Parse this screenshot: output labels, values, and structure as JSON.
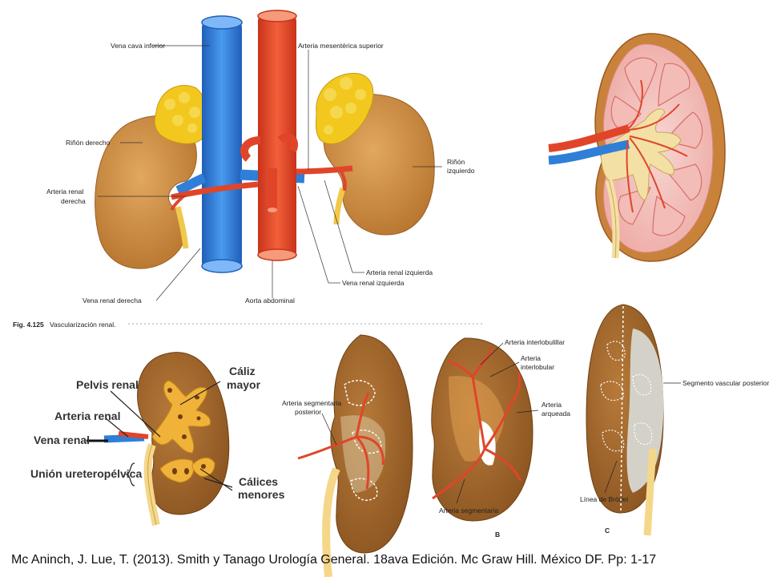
{
  "fig_top": {
    "labels": {
      "ivc": "Vena cava inferior",
      "sma": "Arteria mesentérica superior",
      "right_kidney": "Riñón derecho",
      "right_renal_artery_1": "Arteria renal",
      "right_renal_artery_2": "derecha",
      "left_kidney_1": "Riñón",
      "left_kidney_2": "izquierdo",
      "left_renal_artery": "Arteria renal izquierda",
      "left_renal_vein": "Vena renal izquierda",
      "right_renal_vein": "Vena renal derecha",
      "aorta": "Aorta abdominal"
    },
    "caption_num": "Fig. 4.125",
    "caption_text": "Vascularización renal."
  },
  "fig_bottom_left": {
    "pelvis": "Pelvis renal",
    "major_calyx_1": "Cáliz",
    "major_calyx_2": "mayor",
    "renal_artery": "Arteria renal",
    "renal_vein": "Vena renal",
    "upj": "Unión ureteropélvica",
    "minor_calyces_1": "Cálices",
    "minor_calyces_2": "menores"
  },
  "fig_segments": {
    "posterior_seg_artery_1": "Arteria segmentaria",
    "posterior_seg_artery_2": "posterior",
    "interlobular_1": "Arteria interlobulillar",
    "interlobular_2": "Arteria",
    "interlobular_3": "interlobular",
    "arcuate_1": "Arteria",
    "arcuate_2": "arqueada",
    "segmental": "Arteria segmentaria",
    "panel_b": "B",
    "posterior_vascular_segment": "Segmento vascular posterior",
    "brodel": "Línea de Brödel",
    "panel_c": "C"
  },
  "citation": "Mc Aninch, J. Lue, T. (2013). Smith y Tanago Urología General. 18ava Edición. Mc Graw Hill. México DF. Pp: 1-17",
  "colors": {
    "kidney": "#c98a3e",
    "vein": "#2f7fd8",
    "artery": "#e0452a",
    "adrenal": "#f2c81e"
  }
}
